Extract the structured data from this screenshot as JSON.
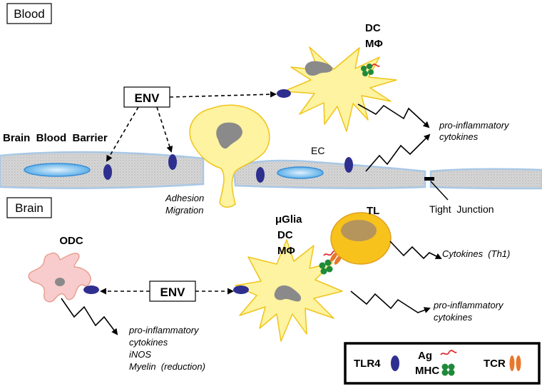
{
  "regions": {
    "blood": "Blood",
    "brain": "Brain"
  },
  "env": {
    "label": "ENV"
  },
  "top_cell": {
    "line1": "DC",
    "line2": "MΦ"
  },
  "bbb": {
    "label": "Brain  Blood  Barrier"
  },
  "ec": {
    "label": "EC"
  },
  "leukocyte": {
    "line1": "Adhesion",
    "line2": "Migration"
  },
  "tight_junction": {
    "label": "Tight  Junction"
  },
  "cytokines_top": {
    "line1": "pro-inflammatory",
    "line2": "cytokines"
  },
  "cytokines_mid": {
    "line1": "pro-inflammatory",
    "line2": "cytokines"
  },
  "glia_cell": {
    "line1": "μGlia",
    "line2": "DC",
    "line3": "MΦ"
  },
  "tl": {
    "label": "TL",
    "cytokines": "Cytokines  (Th1)"
  },
  "odc": {
    "label": "ODC",
    "line1": "pro-inflammatory",
    "line2": "cytokines",
    "line3": "iNOS",
    "line4": "Myelin  (reduction)"
  },
  "legend": {
    "tlr4": "TLR4",
    "ag": "Ag",
    "mhc": "MHC",
    "tcr": "TCR"
  },
  "colors": {
    "receptor": "#2e2f8f",
    "cell_fill": "#fdf3a0",
    "cell_stroke": "#f0c419",
    "odc_fill": "#f8cccc",
    "odc_stroke": "#e8a090",
    "tl_fill": "#f8c21c",
    "mhc": "#1f8a3a",
    "tcr": "#e8772b",
    "antigen": "#e03030",
    "nucleus": "#8a8a8a",
    "barrier_stroke": "#a9c8e6",
    "ec_nucleus": "#5fb0e8"
  }
}
